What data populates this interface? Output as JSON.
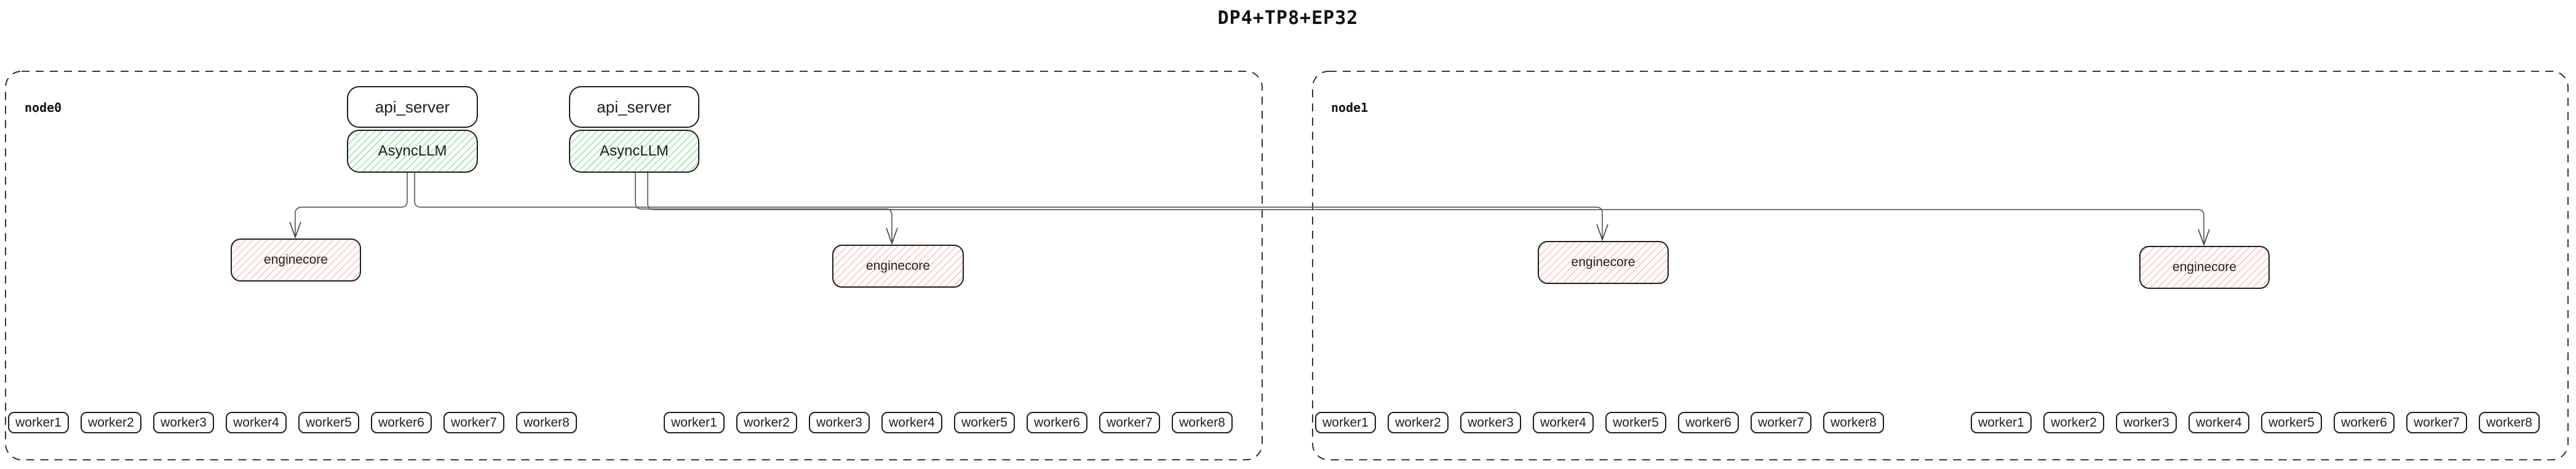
{
  "title": "DP4+TP8+EP32",
  "colors": {
    "ink": "#1e1e1e",
    "connector": "#5f5f5f",
    "green_hatch": "#40c057",
    "red_hatch": "#fa5252",
    "background": "#ffffff"
  },
  "node0": {
    "label": "node0",
    "pairs": [
      {
        "api_server": "api_server",
        "asyncllm": "AsyncLLM"
      },
      {
        "api_server": "api_server",
        "asyncllm": "AsyncLLM"
      }
    ],
    "enginecores": [
      "enginecore",
      "enginecore"
    ],
    "worker_groups": [
      [
        "worker1",
        "worker2",
        "worker3",
        "worker4",
        "worker5",
        "worker6",
        "worker7",
        "worker8"
      ],
      [
        "worker1",
        "worker2",
        "worker3",
        "worker4",
        "worker5",
        "worker6",
        "worker7",
        "worker8"
      ]
    ]
  },
  "node1": {
    "label": "node1",
    "enginecores": [
      "enginecore",
      "enginecore"
    ],
    "worker_groups": [
      [
        "worker1",
        "worker2",
        "worker3",
        "worker4",
        "worker5",
        "worker6",
        "worker7",
        "worker8"
      ],
      [
        "worker1",
        "worker2",
        "worker3",
        "worker4",
        "worker5",
        "worker6",
        "worker7",
        "worker8"
      ]
    ]
  }
}
